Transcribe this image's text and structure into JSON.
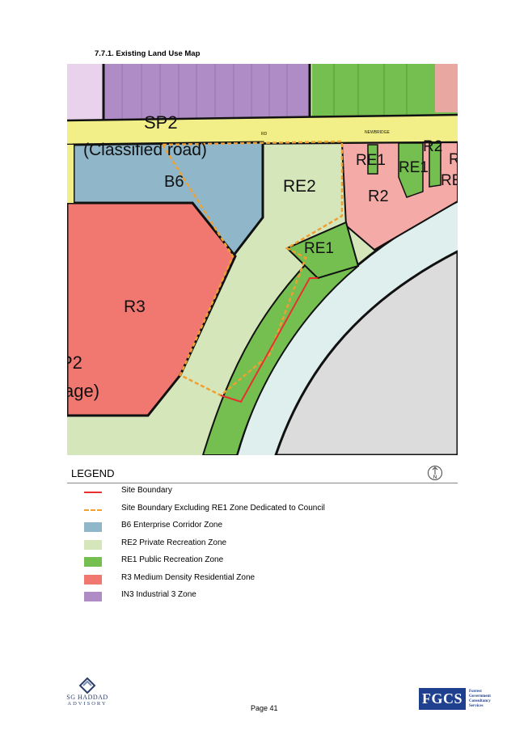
{
  "heading": "7.7.1. Existing Land Use Map",
  "map": {
    "labels": {
      "sp2_top": "SP2",
      "classified_road": "(Classified road)",
      "b6": "B6",
      "re2": "RE2",
      "re1_top_a": "RE1",
      "re1_top_b": "RE1",
      "r2_a": "R2",
      "r2_b": "R2",
      "re_partial": "RE",
      "r_partial": "R",
      "re1_mid": "RE1",
      "r3": "R3",
      "sp2_partial": "P2",
      "age_partial": "age)",
      "rd": "RD",
      "newbridge": "NEWBRIDGE"
    },
    "colors": {
      "b6": "#8fb7c9",
      "re2": "#d6e6bb",
      "re1": "#74bf4f",
      "r3": "#f07870",
      "r2": "#f4aaa6",
      "in3": "#b08cc6",
      "road": "#f3ef88",
      "water": "#deefed",
      "grey": "#dcdcdc",
      "site_boundary": "#e8312e",
      "dashed_boundary": "#f0a030"
    }
  },
  "legend": {
    "title": "LEGEND",
    "items": [
      {
        "type": "line",
        "color": "#e8312e",
        "label": "Site Boundary"
      },
      {
        "type": "dashed",
        "color": "#f0a030",
        "label": "Site Boundary Excluding RE1 Zone Dedicated to Council"
      },
      {
        "type": "fill",
        "color": "#8fb7c9",
        "label": "B6 Enterprise Corridor Zone"
      },
      {
        "type": "fill",
        "color": "#d6e6bb",
        "label": "RE2 Private Recreation Zone"
      },
      {
        "type": "fill",
        "color": "#74bf4f",
        "label": "RE1 Public Recreation Zone"
      },
      {
        "type": "fill",
        "color": "#f07870",
        "label": "R3 Medium Density Residential Zone"
      },
      {
        "type": "fill",
        "color": "#b08cc6",
        "label": "IN3 Industrial 3 Zone"
      }
    ]
  },
  "north_arrow": "N",
  "footer": {
    "page": "Page 41",
    "logo_left_line1": "SG HADDAD",
    "logo_left_line2": "ADVISORY",
    "logo_right": "FGCS",
    "logo_right_sub": [
      "Forrest",
      "Government",
      "Consultancy",
      "Services"
    ]
  }
}
